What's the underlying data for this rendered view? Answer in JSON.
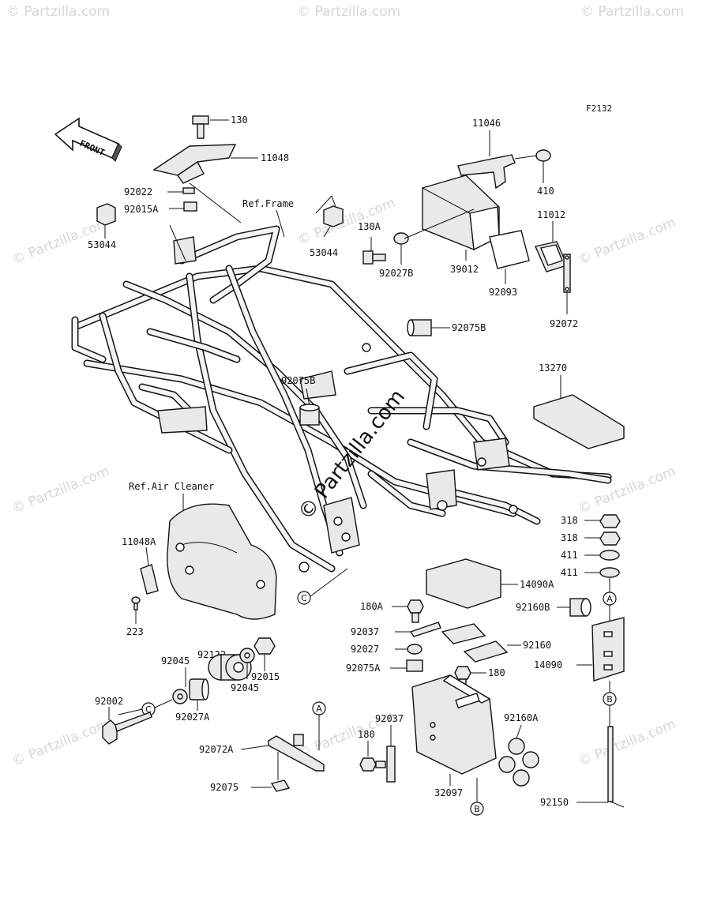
{
  "diagram_code": "F2132",
  "front_label": "FRONT",
  "watermark": "© Partzilla.com",
  "center_watermark": "© Partzilla.com",
  "refs": {
    "frame": "Ref.Frame",
    "air_cleaner": "Ref.Air Cleaner"
  },
  "callouts": {
    "A": "A",
    "B": "B",
    "C": "C"
  },
  "parts": {
    "p130": "130",
    "p11048": "11048",
    "p92022": "92022",
    "p92015A": "92015A",
    "p53044_left": "53044",
    "p53044_right": "53044",
    "p130A": "130A",
    "p92027B": "92027B",
    "p11046": "11046",
    "p410": "410",
    "p39012": "39012",
    "p11012": "11012",
    "p92093": "92093",
    "p92072": "92072",
    "p92075B_right": "92075B",
    "p92075B_mid": "92075B",
    "p13270": "13270",
    "p318_a": "318",
    "p318_b": "318",
    "p411_a": "411",
    "p411_b": "411",
    "p11048A": "11048A",
    "p223": "223",
    "p14090A": "14090A",
    "p180A": "180A",
    "p92160B": "92160B",
    "p92037_top": "92037",
    "p92160": "92160",
    "p92027": "92027",
    "p14090": "14090",
    "p92075A": "92075A",
    "p180_right": "180",
    "p92122": "92122",
    "p92045_left": "92045",
    "p92015": "92015",
    "p92045_right": "92045",
    "p92002": "92002",
    "p92027A": "92027A",
    "p92037_bottom": "92037",
    "p92160A": "92160A",
    "p180_left": "180",
    "p92072A": "92072A",
    "p32097": "32097",
    "p92075": "92075",
    "p92150": "92150"
  }
}
